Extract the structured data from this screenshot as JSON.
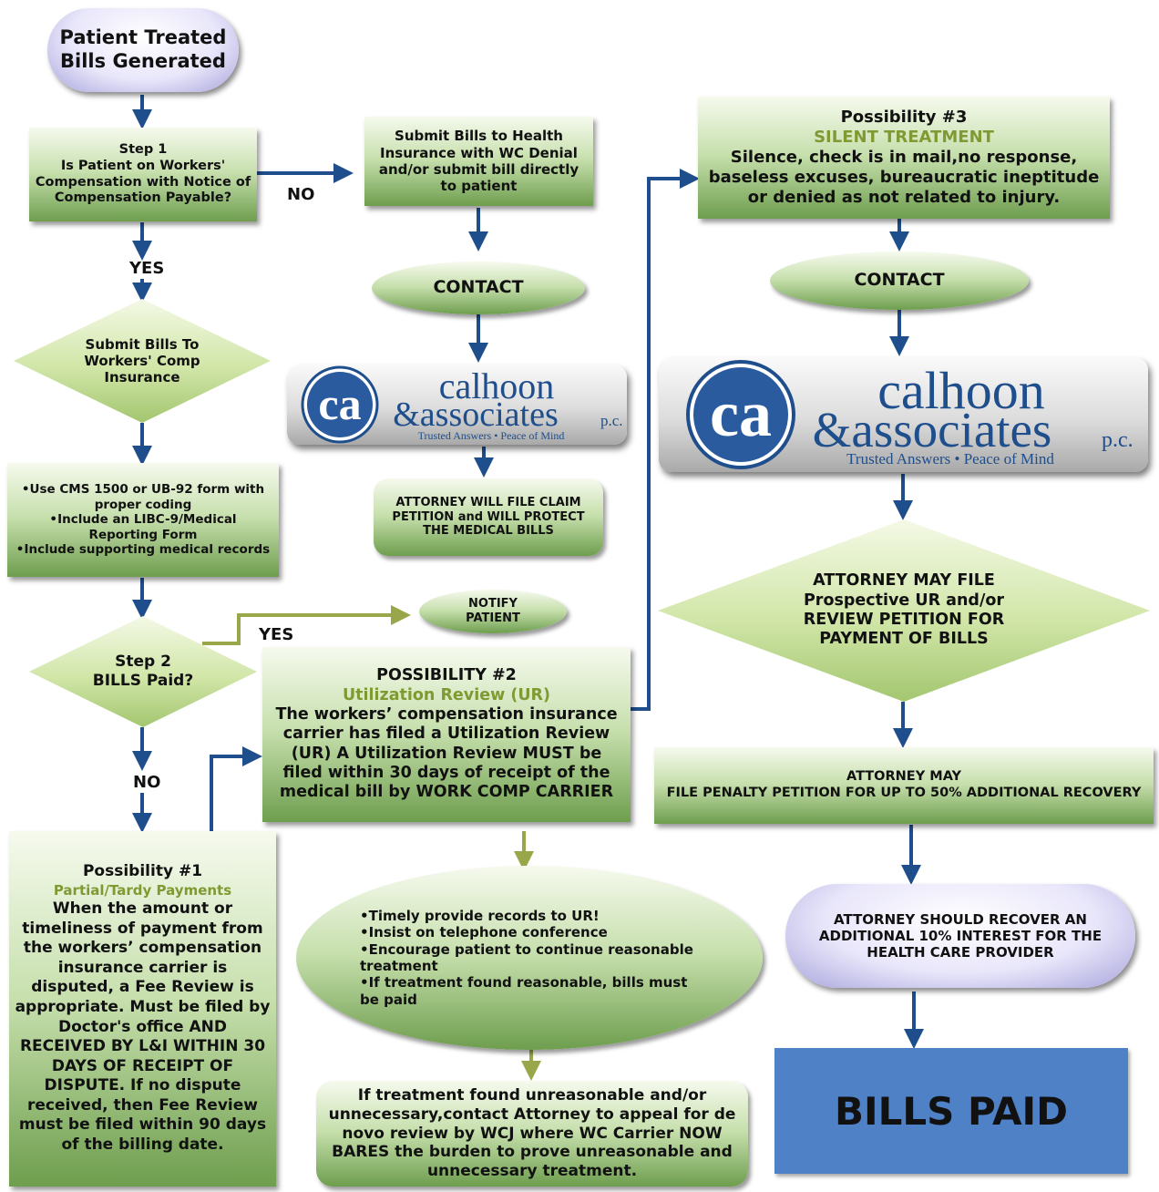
{
  "start": {
    "line1": "Patient Treated",
    "line2": "Bills Generated"
  },
  "step1": {
    "heading": "Step 1",
    "question": "Is Patient on Workers' Compensation with Notice of Compensation Payable?"
  },
  "labels": {
    "no_top": "NO",
    "yes_left": "YES",
    "yes_step2": "YES",
    "no_step2": "NO"
  },
  "health_ins": {
    "text": "Submit Bills to Health Insurance with WC Denial and/or submit bill directly to patient"
  },
  "contact_mid": {
    "text": "CONTACT"
  },
  "contact_right": {
    "text": "CONTACT"
  },
  "logo_mid": {
    "initials": "ca",
    "line1": "calhoon",
    "line2": "&associates",
    "suffix": "p.c.",
    "tagline": "Trusted Answers • Peace of Mind"
  },
  "logo_right": {
    "initials": "ca",
    "line1": "calhoon",
    "line2": "&associates",
    "suffix": "p.c.",
    "tagline": "Trusted Answers • Peace of Mind"
  },
  "attorney_claim": {
    "text": "ATTORNEY WILL FILE CLAIM PETITION and WILL PROTECT THE MEDICAL BILLS"
  },
  "submit_wc": {
    "text": "Submit Bills To Workers' Comp Insurance"
  },
  "forms": {
    "items": [
      "Use CMS 1500 or UB-92 form with proper coding",
      "Include an LIBC-9/Medical Reporting Form",
      "Include supporting medical records"
    ]
  },
  "notify": {
    "text": "NOTIFY PATIENT"
  },
  "step2": {
    "heading": "Step 2",
    "question": "BILLS Paid?"
  },
  "poss2": {
    "title": "POSSIBILITY #2",
    "subtitle": "Utilization Review (UR)",
    "body": "The workers’ compensation insurance carrier has filed a Utilization Review (UR) A Utilization Review MUST be filed within 30 days of receipt of the medical bill by WORK COMP CARRIER"
  },
  "poss1": {
    "title": "Possibility #1",
    "subtitle": "Partial/Tardy Payments",
    "body": "When the amount or timeliness of payment from the workers’ compensation insurance carrier is disputed, a Fee Review is appropriate. Must be filed by Doctor's office AND RECEIVED BY L&I WITHIN 30 DAYS OF RECEIPT OF DISPUTE. If no dispute received, then Fee Review must be filed within 90 days of the billing date."
  },
  "poss3": {
    "title": "Possibility #3",
    "subtitle": "SILENT TREATMENT",
    "body": "Silence, check is in mail,no response, baseless excuses, bureaucratic ineptitude or denied as not related to injury."
  },
  "ur_actions": {
    "items": [
      "Timely provide records to UR!",
      "Insist on telephone conference",
      "Encourage patient to continue reasonable treatment",
      "If treatment found reasonable, bills must be paid"
    ]
  },
  "unreasonable": {
    "text": "If treatment found unreasonable and/or unnecessary,contact Attorney to appeal for de novo review by WCJ where WC Carrier NOW BARES the burden to prove unreasonable and unnecessary treatment."
  },
  "attorney_ur": {
    "text": "ATTORNEY MAY FILE Prospective UR and/or REVIEW PETITION FOR PAYMENT OF BILLS"
  },
  "penalty": {
    "line1": "ATTORNEY MAY",
    "line2": "FILE PENALTY PETITION FOR UP TO 50% ADDITIONAL RECOVERY"
  },
  "interest": {
    "text": "ATTORNEY SHOULD RECOVER AN ADDITIONAL 10% INTEREST FOR THE HEALTH CARE PROVIDER"
  },
  "bills_paid": {
    "text": "BILLS PAID"
  },
  "colors": {
    "arrow": "#1f4e8c",
    "olive_arrow": "#9aa64a",
    "accent_text": "#7f9a32",
    "bills_paid_bg": "#4f81c7"
  }
}
